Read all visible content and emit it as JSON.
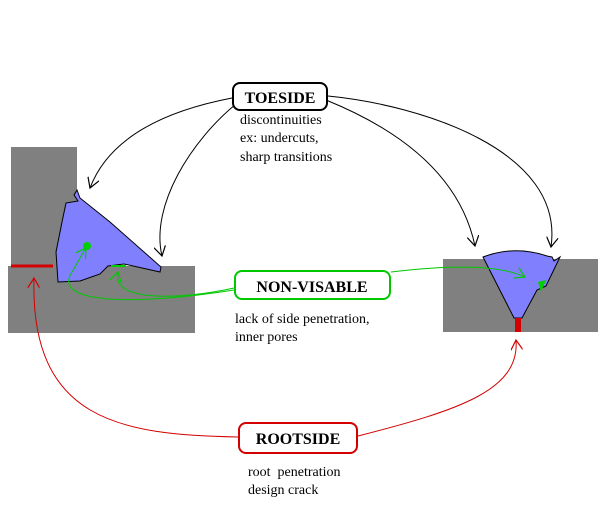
{
  "labels": {
    "toeside": {
      "title": "TOESIDE",
      "lines": [
        "discontinuities",
        "ex: undercuts,",
        "sharp transitions"
      ],
      "color": "#000000"
    },
    "nonvisable": {
      "title": "NON-VISABLE",
      "lines": [
        "lack of side penetration,",
        "inner pores"
      ],
      "color": "#00c800"
    },
    "rootside": {
      "title": "ROOTSIDE",
      "lines": [
        "root  penetration",
        "design crack"
      ],
      "color": "#d40000"
    }
  },
  "colors": {
    "base_metal": "#808080",
    "weld_metal": "#8080ff",
    "defect_green": "#00d000",
    "defect_red": "#d40000"
  }
}
